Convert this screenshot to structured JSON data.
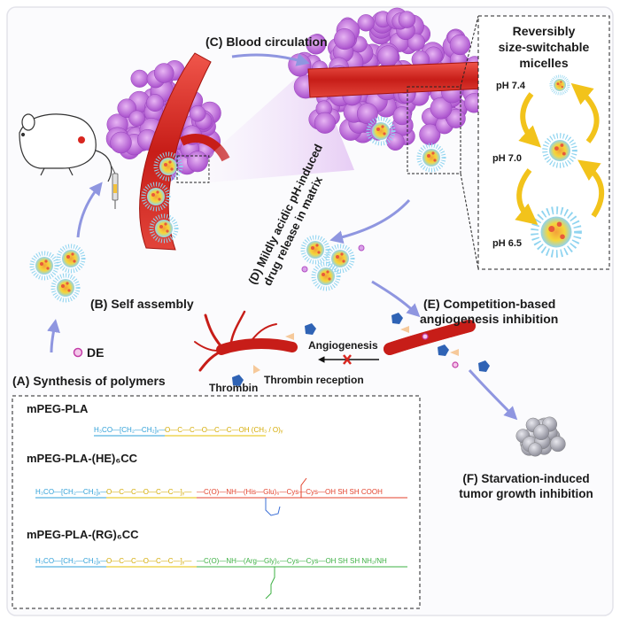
{
  "labels": {
    "step_a": "(A) Synthesis of polymers",
    "step_b": "(B) Self assembly",
    "step_c": "(C) Blood circulation",
    "step_d_line1": "(D) Mildly acidic pH-induced",
    "step_d_line2": "drug release in matrix",
    "step_e_line1": "(E) Competition-based",
    "step_e_line2": "angiogenesis inhibition",
    "step_f_line1": "(F) Starvation-induced",
    "step_f_line2": "tumor growth inhibition",
    "de": "DE",
    "angiogenesis": "Angiogenesis",
    "thrombin": "Thrombin",
    "thrombin_reception": "Thrombin reception"
  },
  "micelle_panel": {
    "title_line1": "Reversibly",
    "title_line2": "size-switchable",
    "title_line3": "micelles",
    "ph_1": "pH 7.4",
    "ph_2": "pH 7.0",
    "ph_3": "pH 6.5"
  },
  "polymers": [
    {
      "name": "mPEG-PLA",
      "peg": "H₃CO⁠—[CH₂—CH₂]ₓ—",
      "pla": "O—C—C—O—C—C—OH  (CH₃ / O)ᵧ",
      "peptide": ""
    },
    {
      "name": "mPEG-PLA-(HE)₆CC",
      "peg": "H₃CO—[CH₂—CH₂]ₓ—",
      "pla": "O—C—C—O—C—C—]ᵧ—",
      "peptide": "—C(O)—NH—(His—Glu)₆—Cys—Cys—OH   SH  SH  COOH"
    },
    {
      "name": "mPEG-PLA-(RG)₆CC",
      "peg": "H₃CO—[CH₂—CH₂]ₓ—",
      "pla": "O—C—C—O—C—C—]ᵧ—",
      "peptide": "—C(O)—NH—(Arg—Gly)₆—Cys—Cys—OH   SH  SH  NH₂/NH"
    }
  ],
  "colors": {
    "peg": "#2e9fd8",
    "pla": "#e6c200",
    "he_peptide": "#e3412b",
    "rg_peptide": "#3cb043",
    "vessel": "#d8261f",
    "tumor": "#b866d9",
    "arrow": "#8f96e0",
    "yellow_arrow": "#f2c31b"
  }
}
